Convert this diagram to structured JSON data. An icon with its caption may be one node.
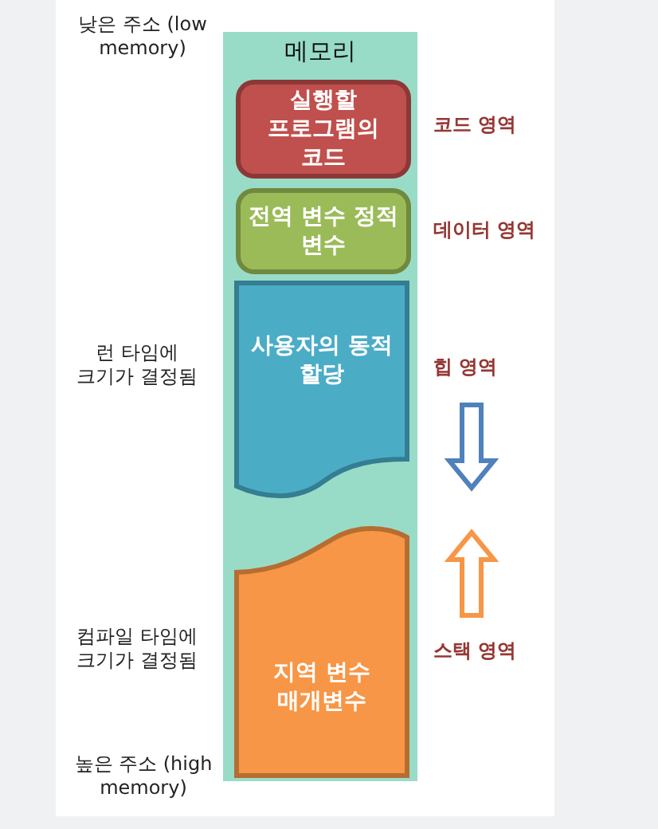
{
  "diagram": {
    "nodes": [
      {
        "text": [
          "메모리"
        ]
      },
      {
        "text": [
          "실행할 프로그램의 코드"
        ],
        "in": 0
      },
      {
        "text": [
          "전역 변수 정적 변수"
        ],
        "in": 0
      },
      {
        "text": [
          "사용자의 동적 할당"
        ],
        "in": 0
      },
      {
        "text": [
          "지역 변수 매개변수"
        ],
        "in": 0
      }
    ],
    "labels": [
      "낮은 주소 (low memory)",
      "코드 영역",
      "데이터 영역",
      "런 타임에 크기가 결정됨",
      "힙 영역",
      "컴파일 타임에 크기가 결정됨",
      "스택 영역",
      "높은 주소 (high memory)"
    ]
  }
}
